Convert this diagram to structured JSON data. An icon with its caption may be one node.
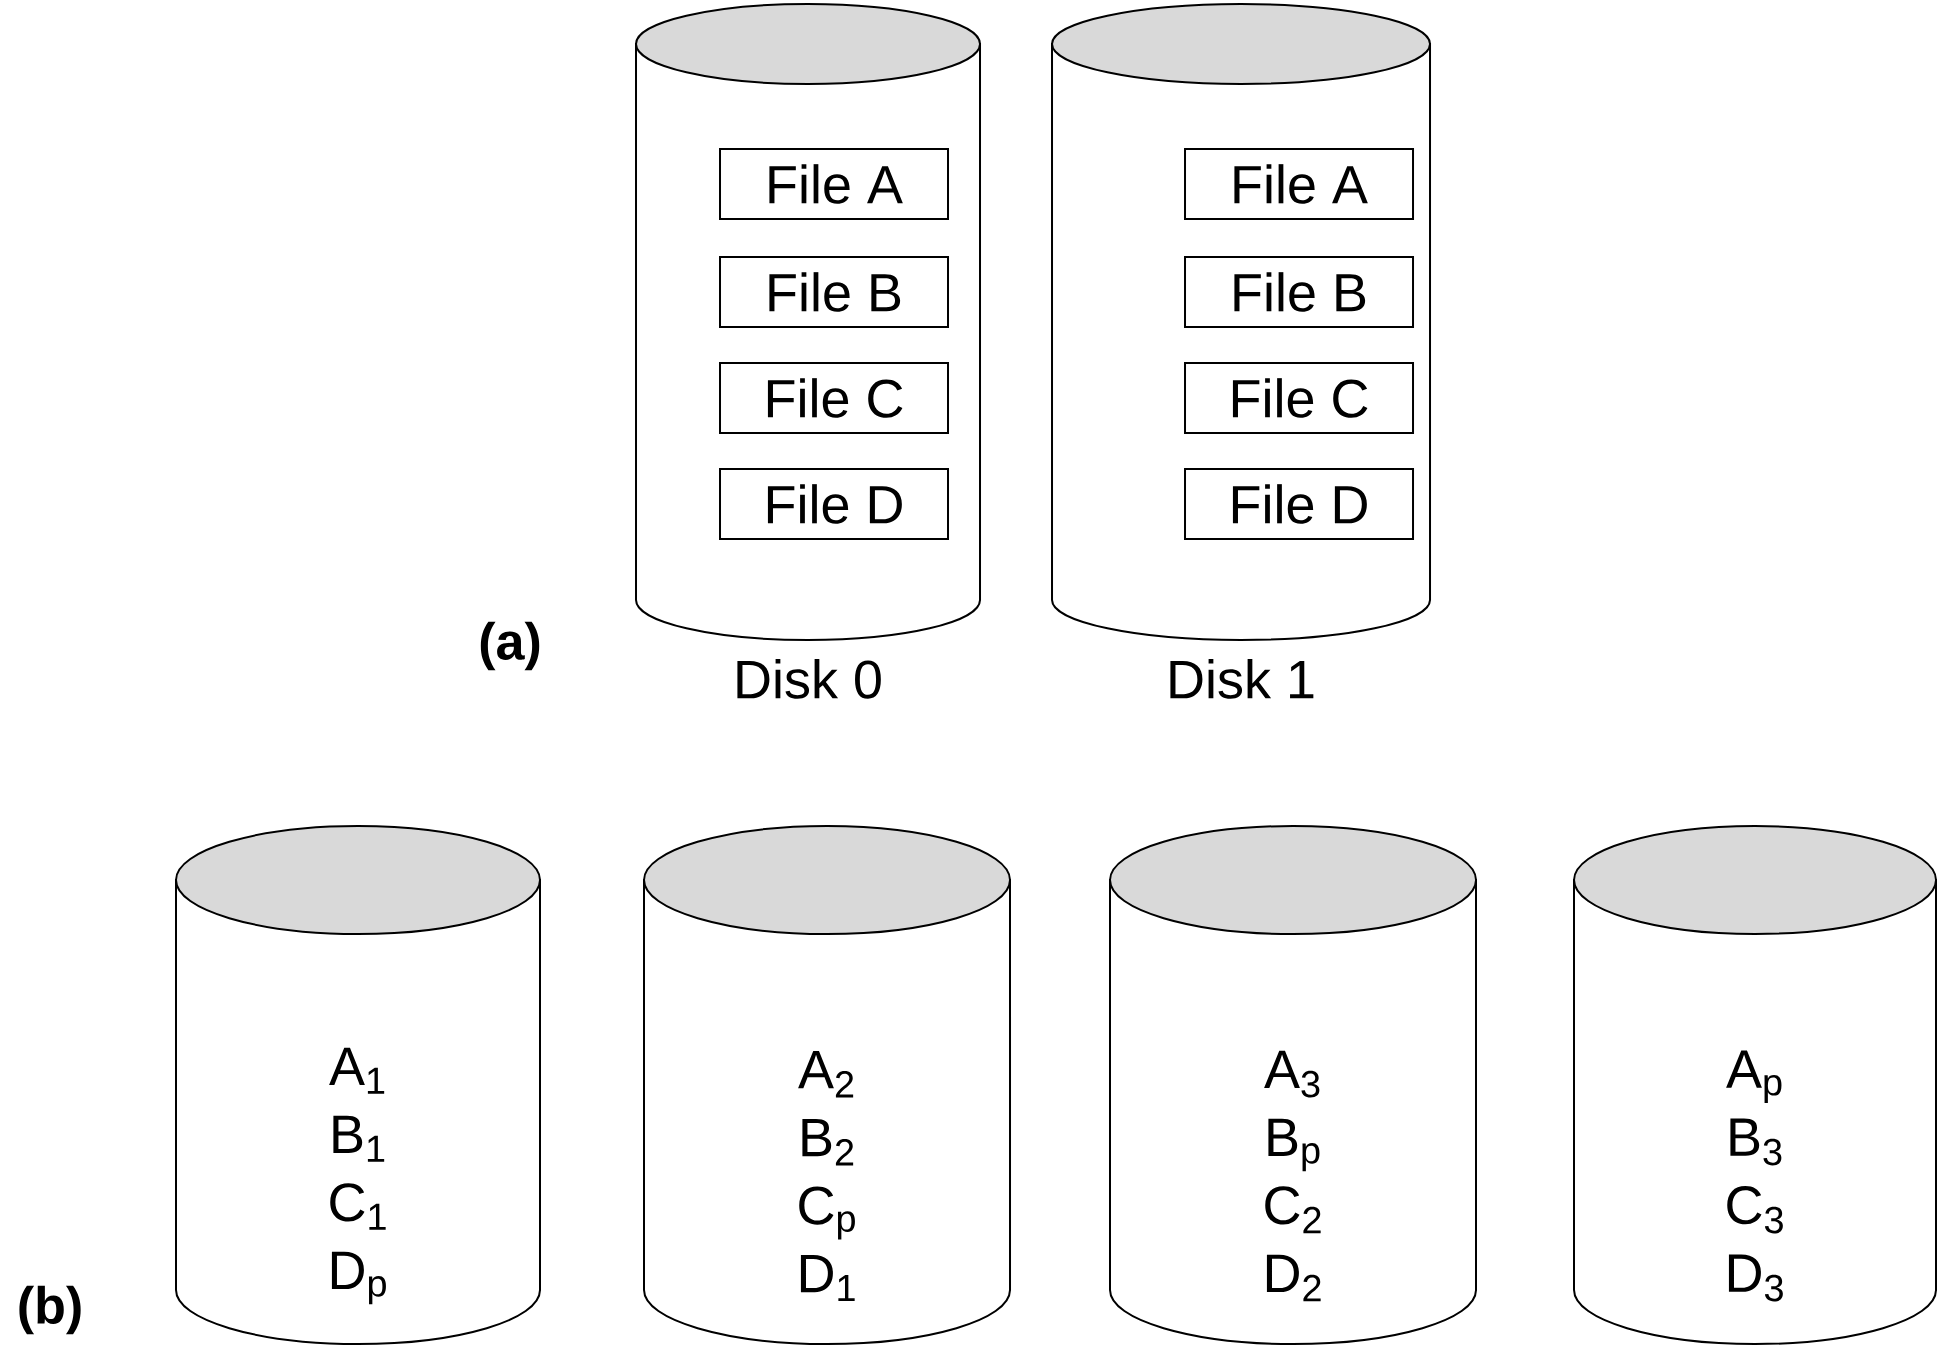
{
  "diagram": {
    "nodes": [
      {
        "text": [],
        "shape": "cylinder",
        "beside": [
          "Disk 0"
        ]
      },
      {
        "text": [
          "File A"
        ],
        "in": 0
      },
      {
        "text": [
          "File B"
        ],
        "in": 0
      },
      {
        "text": [
          "File C"
        ],
        "in": 0
      },
      {
        "text": [
          "File D"
        ],
        "in": 0
      },
      {
        "text": [],
        "shape": "cylinder",
        "beside": [
          "Disk 1"
        ]
      },
      {
        "text": [
          "File A"
        ],
        "in": 5
      },
      {
        "text": [
          "File B"
        ],
        "in": 5
      },
      {
        "text": [
          "File C"
        ],
        "in": 5
      },
      {
        "text": [
          "File D"
        ],
        "in": 5
      },
      {
        "text": [
          "A$_{1}$",
          "B$_{1}$",
          "C$_{1}$",
          "D$_{p}$"
        ]
      },
      {
        "text": [
          "A$_{2}$",
          "B$_{2}$",
          "C$_{p}$",
          "D$_{1}$"
        ]
      },
      {
        "text": [
          "A$_{3}$",
          "B$_{p}$",
          "C$_{2}$",
          "D$_{2}$"
        ]
      },
      {
        "text": [
          "A$_{p}$",
          "B$_{3}$",
          "C$_{3}$",
          "D$_{3}$"
        ]
      }
    ],
    "labels": [
      "(a)",
      "(b)"
    ]
  }
}
